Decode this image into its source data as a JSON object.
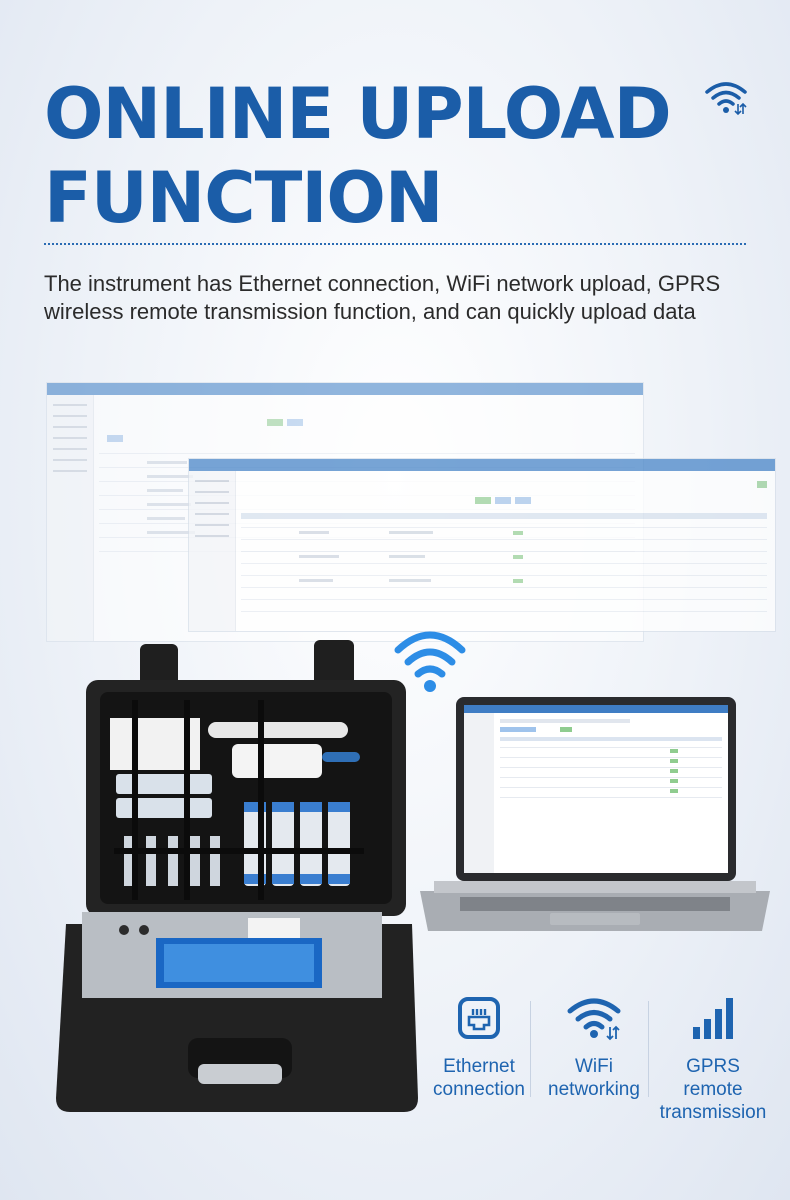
{
  "heading": {
    "line1": "ONLINE UPLOAD",
    "line2": "FUNCTION"
  },
  "description": {
    "line1": "The instrument has Ethernet connection, WiFi network upload, GPRS",
    "line2": "wireless remote transmission function, and can quickly upload data"
  },
  "features": [
    {
      "icon": "ethernet-icon",
      "line1": "Ethernet",
      "line2": "connection"
    },
    {
      "icon": "wifi-icon",
      "line1": "WiFi",
      "line2": "networking"
    },
    {
      "icon": "signal-bars-icon",
      "line1": "GPRS remote",
      "line2": "transmission"
    }
  ],
  "colors": {
    "brand_blue": "#1b5da8",
    "text_dark": "#2b2b2b",
    "feature_blue": "#1e64b0",
    "background_light": "#eef2f8"
  }
}
